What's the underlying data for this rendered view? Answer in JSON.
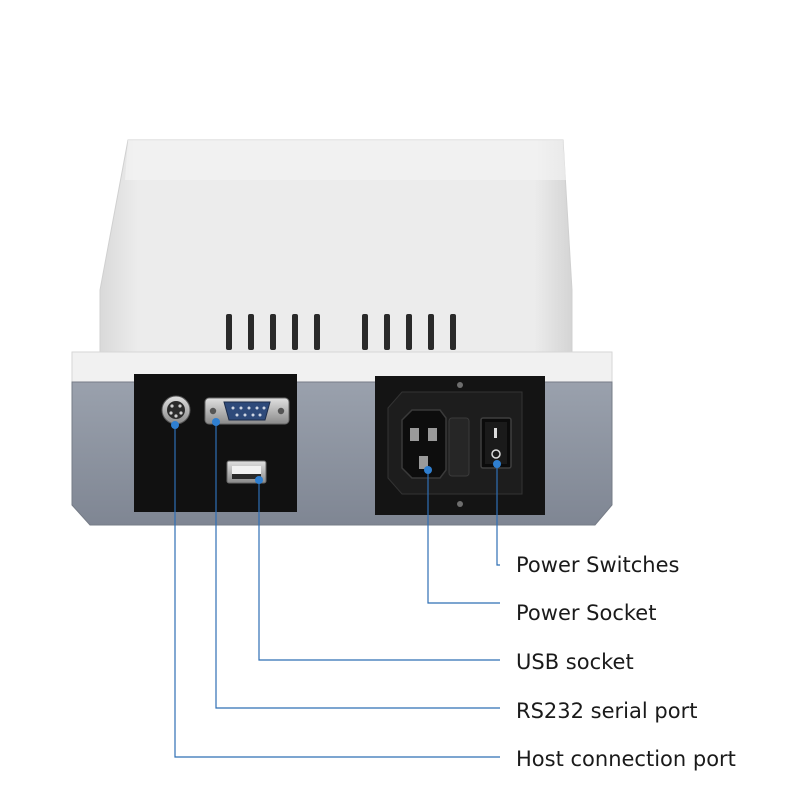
{
  "callouts": {
    "power_switches": "Power Switches",
    "power_socket": "Power Socket",
    "usb_socket": "USB socket",
    "rs232_serial_port": "RS232 serial port",
    "host_connection_port": "Host connection port"
  },
  "colors": {
    "leader_line": "#2f6fb5",
    "marker_dot": "#2f7fd0",
    "panel_black": "#111111",
    "housing_gray": "#8e95a1",
    "cover_white": "#ececec"
  },
  "icons": [
    "aviation-connector-icon",
    "db9-connector-icon",
    "usb-port-icon",
    "iec-inlet-icon",
    "rocker-switch-icon"
  ]
}
